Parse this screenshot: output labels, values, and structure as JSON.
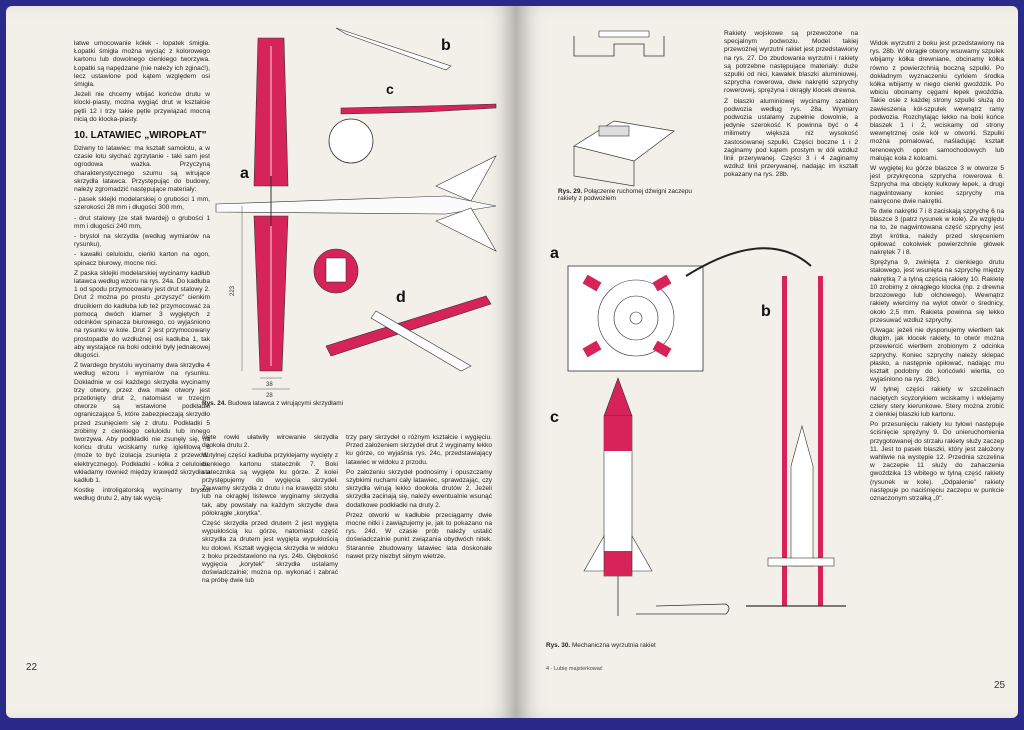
{
  "left_page": {
    "col1_top": [
      "łatwe umocowanie kółek - łopatek śmigła. Łopatki śmigła można wyciąć z kolorowego kartonu lub dowolnego cienkiego tworzywa. Łopatki są napędzane (nie należy ich zginać!), lecz ustawione pod kątem względem osi śmigła.",
      "Jeżeli nie chcemy wbijać końców drutu w klocki-piasty, można wygiąć drut w kształcie pętli 12 i trzy takie pętle przywiązać mocną nicią do klocka-piasty."
    ],
    "heading": "10. LATAWIEC „WIROPŁAT\"",
    "col1_body": [
      "Dziwny to latawiec: ma kształt samolotu, a w czasie lotu słychać zgrzytanie - taki sam jest ogrodowa ważka. Przyczyną charakterystycznego szumu są wirujące skrzydła latawca. Przystępując do budowy, należy zgromadzić następujące materiały:",
      "- pasek sklejki modelarskiej o grubości 1 mm, szerokości 28 mm i długości 300 mm,",
      "- drut stalowy (ze stali twardej) o grubości 1 mm i długości 240 mm,",
      "- brystol na skrzydła (według wymiarów na rysunku),",
      "- kawałki celuloidu, cienki karton na ogon, spinacz biurowy, mocne nici.",
      "Z paska sklejki modelarskiej wycinamy kadłub latawca według wzoru na rys. 24a. Do kadłuba 1 od spodu przymocowany jest drut stalowy 2. Drut 2 można po prostu „przyszyć\" cienkim drucikiem do kadłuba lub też przymocować za pomocą dwóch klamer 3 wygiętych z odcinków spinacza biurowego, co wyjaśniono na rysunku w kole. Drut 2 jest przymocowany prostopadle do wzdłużnej osi kadłuba 1, tak aby wystające na boki odcinki były jednakowej długości.",
      "Z twardego brystolu wycinamy dwa skrzydła 4 według wzoru i wymiarów na rysunku. Dokładnie w osi każdego skrzydła wycinamy trzy otwory, przez dwa małe otwory jest przetknięty drut 2, natomiast w trzecim otworze są wstawione podkładki ograniczające 5, które zabezpieczają skrzydło przed zsunięciem się z drutu. Podkładki 5 zrobimy z cienkiego celuloidu lub innego tworzywa. Aby podkładki nie zsunęły się, na końcu drutu wciskamy rurkę igielitową 6 (może to być izolacja zsunięta z przewodu elektrycznego). Podkładki - kółka z celuloidu, wkładamy również między krawędź skrzydła a kadłub 1.",
      "Kostkę introligatorską wycinamy brystol według drutu 2, aby tak wycią-"
    ],
    "col2": [
      "nięte rowki ułatwiły wirowanie skrzydła dookoła drutu 2.",
      "W tylnej części kadłuba przyklejamy wycięty z cienkiego kartonu statecznik 7. Boki statecznika są wygięte ku górze. Z kolei przystępujemy do wygięcia skrzydeł. Zsuwamy skrzydła z drutu i na krawędzi stołu lub na okrągłej listewce wyginamy skrzydła tak, aby powstały na każdym skrzydle dwa półokrągłe „korytka\".",
      "Część skrzydła przed drutem 2 jest wygięta wypukłością ku górze, natomiast część skrzydła za drutem jest wygięta wypukłością ku dołowi. Kształt wygięcia skrzydła w widoku z boku przedstawiono na rys. 24b. Głębokość wygięcia „korytek\" skrzydła ustalamy doświadczalnie; można np. wykonać i zabrać na próbę dwie lub"
    ],
    "col3": [
      "trzy pary skrzydeł o różnym kształcie i wygięciu. Przed założeniem skrzydeł drut 2 wyginamy lekko ku górze, co wyjaśnia rys. 24c, przedstawiający latawiec w widoku z przodu.",
      "Po założeniu skrzydeł podnosimy i opuszczamy szybkimi ruchami cały latawiec, sprawdzając, czy skrzydła wirują lekko dookoła drutów 2. Jeżeli skrzydła zacinają się, należy ewentualnie wsunąć dodatkowe podkładki na druty 2.",
      "Przez otworki w kadłubie przeciągamy dwie mocne nitki i zawiązujemy je, jak to pokazano na rys. 24d. W czasie prób należy ustalić doświadczalnie punkt związania obydwóch nitek. Starannie zbudowany latawiec lata doskonale nawet przy niezbyt silnym wietrze."
    ],
    "figure_caption_label": "Rys. 24.",
    "figure_caption_text": "Budowa latawca z wirującymi skrzydłami",
    "fig_labels": {
      "a": "a",
      "b": "b",
      "c": "c",
      "d": "d"
    },
    "dims": {
      "length": "223",
      "w1": "38",
      "w2": "28"
    },
    "page_number": "22"
  },
  "right_page": {
    "col1": [
      "Rakiety wojskowe są przewożone na specjalnym podwoziu. Model takiej przewoźnej wyrzutni rakiet jest przedstawiony na rys. 27. Do zbudowania wyrzutni i rakiety są potrzebne następujące materiały: duże szpulki od nici, kawałek blaszki aluminiowej, szprycha rowerowa, dwie nakrętki szprychy rowerowej, sprężyna i okrągły klocek drewna.",
      "Z blaszki aluminiowej wycinamy szablon podwozia według rys. 28a. Wymiary podwozia ustalamy zupełnie dowolnie, a jedynie szerokość K powinna być o 4 milimetry większa niż wysokość zastosowanej szpulki. Części boczne 1 i 2 zaginamy pod kątem prostym w dół wzdłuż linii przerywanej. Części 3 i 4 zaginamy wzdłuż linii przerywanej, nadając im kształt pokazany na rys. 28b."
    ],
    "col2": [
      "Widok wyrzutni z boku jest przedstawiony na rys. 28b. W okrągłe otwory wsuwamy szpulek wbijamy kółka drewniane, obcinamy kółka równo z powierzchnią boczną szpulki. Po dokładnym wyznaczeniu cyrklem środka kółka wbijamy w niego cienki gwoździk. Po wbiciu obcinamy cęgami łepek gwoździa. Takie osie z każdej strony szpulki służą do zawieszenia kół-szpulek wewnątrz ramy podwozia. Rozchylając lekko na boki końce blaszek 1 i 2, wciskamy od strony wewnętrznej osie kół w otworki. Szpulki można pomalować, naśladując kształt terenowych opon samochodowych lub malując koła z kolcami.",
      "W wygiętej ku górze blaszce 3 w otworze 5 jest przykręcona szprycha rowerowa 6. Szprycha ma obcięty kulkowy łepek, a drugi nagwintowany koniec szprychy ma nakręcone dwie nakrętki.",
      "Te dwie nakrętki 7 i 8 zaciskają szprychę 6 na blaszce 3 (patrz rysunek w kole). Ze względu na to, że nagwintowana część szprychy jest zbyt krótka, należy przed skręceniem opiłować cokolwiek powierzchnie główek nakrętek 7 i 8.",
      "Sprężyna 9, zwinięta z cienkiego drutu stalowego, jest wsunięta na szprychę między nakrętką 7 a tylną częścią rakiety 10. Rakietę 10 zrobimy z okrągłego klocka (np. z drewna brzozowego lub olchowego). Wewnątrz rakiety wiercimy na wylot otwór o średnicy, około 2,5 mm. Rakieta powinna się lekko przesuwać wzdłuż szprychy.",
      "(Uwaga: jeżeli nie dysponujemy wiertłem tak długim, jak klocek rakiety, to otwór można przewiercić wiertłem zrobionym z odcinka szprychy. Koniec szprychy należy sklepać płasko, a następnie opiłować, nadając mu kształt podobny do końcówki wiertła, co wyjaśniono na rys. 28c).",
      "W tylnej części rakiety w szczelinach naciętych scyzorykiem wciskamy i wklejamy cztery stery kierunkowe. Stery można zrobić z cienkiej blaszki lub kartonu.",
      "Po przesunięciu rakiety ku tyłowi następuje ściśnięcie sprężyny 9. Do unieruchomienia przygotowanej do strzału rakiety służy zaczep 11. Jest to pasek blaszki, który jest założony wahliwie na występie 12. Przednia szczelina w zaczepie 11 służy do zahaczenia gwoździka 13 wbitego w tylną część rakiety (rysunek w kole). „Odpalenie\" rakiety następuje po naciśnięciu zaczepu w punkcie oznaczonym strzałką „0\"."
    ],
    "fig29_caption_label": "Rys. 29.",
    "fig29_caption_text": "Połączenie ruchomej dźwigni zaczepu rakiety z podwoziem",
    "fig30_caption_label": "Rys. 30.",
    "fig30_caption_text": "Mechaniczna wyrzutnia rakiet",
    "fig_labels": {
      "a": "a",
      "b": "b",
      "c": "c"
    },
    "footer": "4 · Lubię majsterkować",
    "page_number": "25"
  },
  "colors": {
    "paper": "#f3f0ea",
    "accent_red": "#d6245a",
    "ink": "#222222",
    "background": "#2a2a8a"
  }
}
